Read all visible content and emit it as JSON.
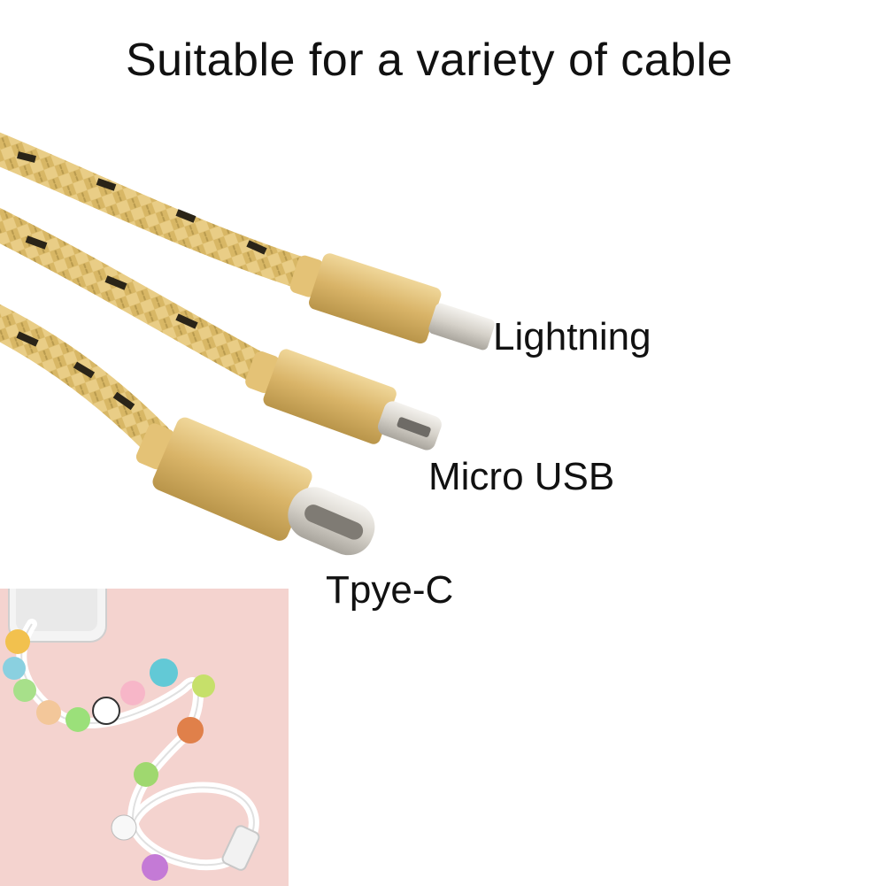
{
  "headline": "Suitable for a variety of cable",
  "connectors": [
    {
      "label": "Lightning"
    },
    {
      "label": "Micro USB"
    },
    {
      "label": "Tpye-C"
    }
  ],
  "colors": {
    "braid": "#d9b86a",
    "braid_dark": "#2a2418",
    "housing": "#e2c27a",
    "metal": "#d8d4cc",
    "inset_background": "#f7d6d2"
  },
  "inset": {
    "description_icon": "cable-protector-photo"
  }
}
